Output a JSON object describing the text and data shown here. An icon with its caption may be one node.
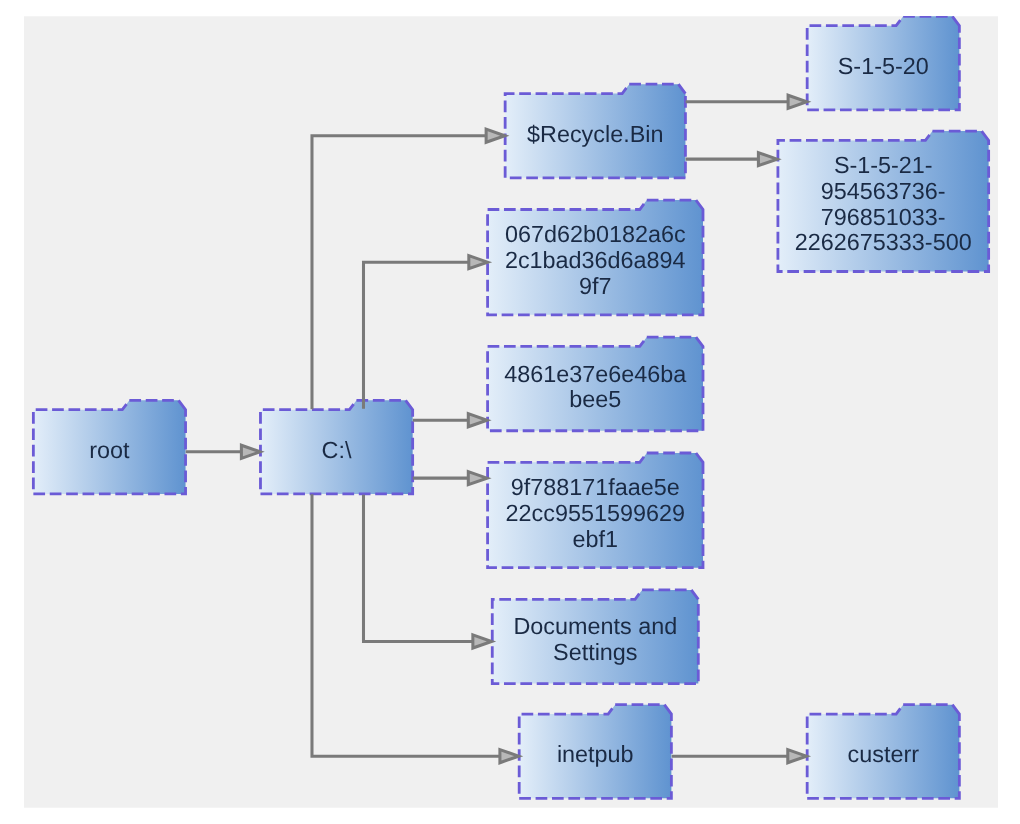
{
  "diagram": {
    "nodes": [
      {
        "text": [
          "root"
        ]
      },
      {
        "text": [
          "C:\\"
        ]
      },
      {
        "text": [
          "$Recycle.Bin"
        ]
      },
      {
        "text": [
          "S-1-5-20"
        ]
      },
      {
        "text": [
          "S-1-5-21-954563736-796851033-2262675333-500"
        ]
      },
      {
        "text": [
          "067d62b0182a6c2c1bad36d6a8949f7"
        ]
      },
      {
        "text": [
          "4861e37e6e46babee5"
        ]
      },
      {
        "text": [
          "9f788171faae5e22cc9551599629ebf1"
        ]
      },
      {
        "text": [
          "Documents and Settings"
        ]
      },
      {
        "text": [
          "inetpub"
        ]
      },
      {
        "text": [
          "custerr"
        ]
      }
    ],
    "edges": [
      {
        "from": 0,
        "to": 1,
        "arrow": "to"
      },
      {
        "from": 1,
        "to": 2,
        "arrow": "to"
      },
      {
        "from": 2,
        "to": 3,
        "arrow": "to"
      },
      {
        "from": 2,
        "to": 4,
        "arrow": "to"
      },
      {
        "from": 1,
        "to": 5,
        "arrow": "to"
      },
      {
        "from": 1,
        "to": 6,
        "arrow": "to"
      },
      {
        "from": 1,
        "to": 7,
        "arrow": "to"
      },
      {
        "from": 1,
        "to": 8,
        "arrow": "to"
      },
      {
        "from": 1,
        "to": 9,
        "arrow": "to"
      },
      {
        "from": 9,
        "to": 10,
        "arrow": "to"
      }
    ]
  }
}
